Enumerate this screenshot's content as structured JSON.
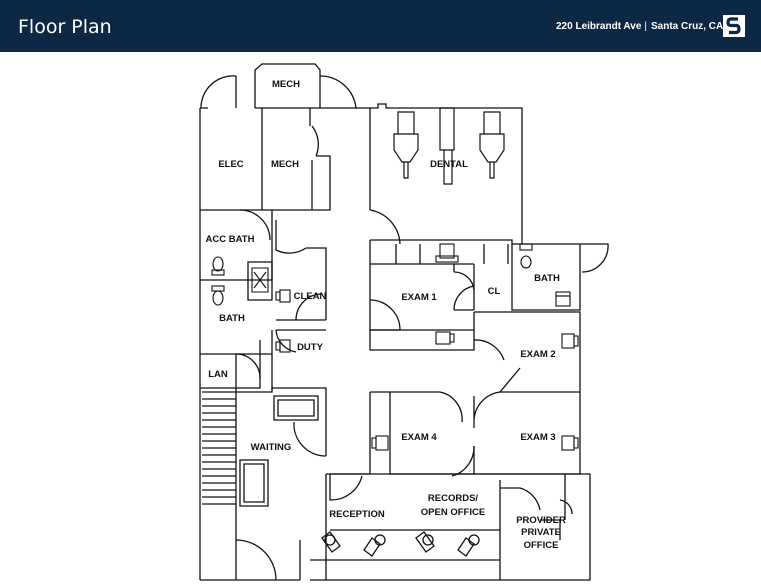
{
  "header": {
    "title": "Floor Plan",
    "address": "220 Leibrandt Ave",
    "separator": "|",
    "city": "Santa Cruz, CA",
    "logo_icon": "brand-s-logo-icon",
    "background_color": "#0d2845"
  },
  "rooms": {
    "mech_top": "MECH",
    "elec": "ELEC",
    "mech": "MECH",
    "dental": "DENTAL",
    "acc_bath": "ACC BATH",
    "bath_left": "BATH",
    "clean": "CLEAN",
    "duty": "DUTY",
    "lan": "LAN",
    "waiting": "WAITING",
    "exam1": "EXAM 1",
    "cl": "CL",
    "bath_right": "BATH",
    "exam2": "EXAM 2",
    "exam3": "EXAM 3",
    "exam4": "EXAM 4",
    "reception": "RECEPTION",
    "records_1": "RECORDS/",
    "records_2": "OPEN OFFICE",
    "provider_1": "PROVIDER",
    "provider_2": "PRIVATE",
    "provider_3": "OFFICE"
  }
}
